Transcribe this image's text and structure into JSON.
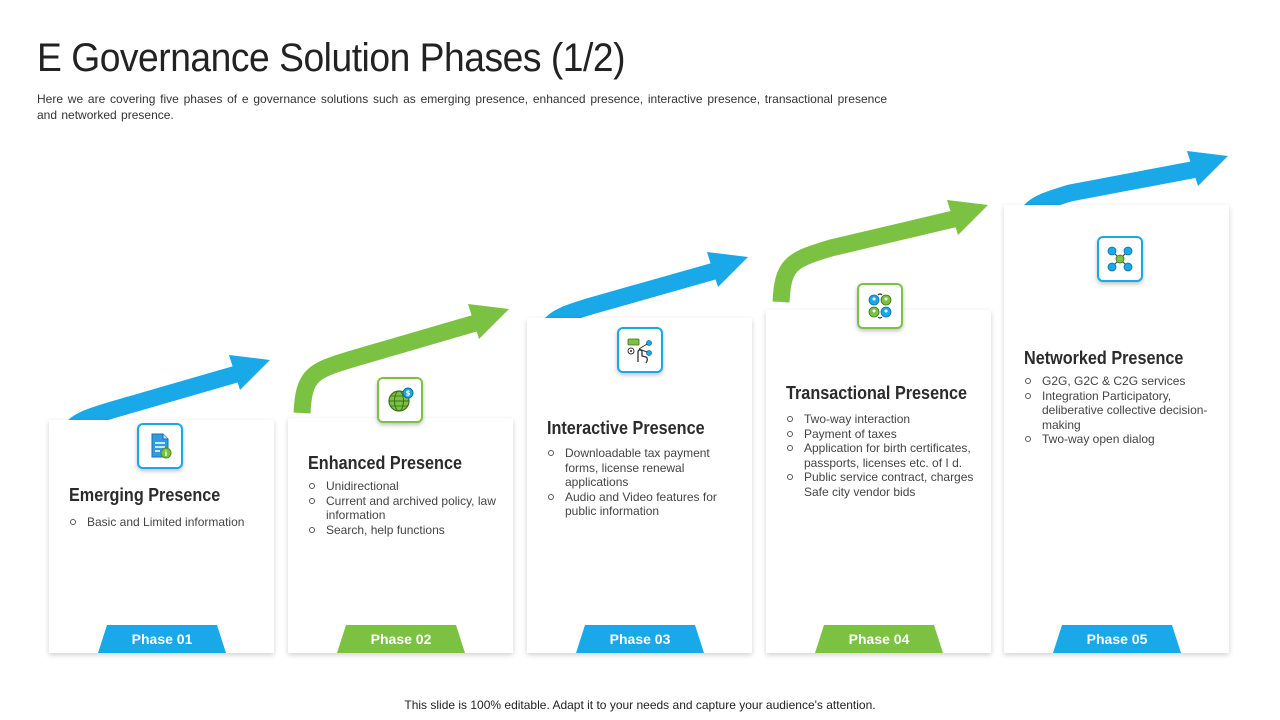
{
  "title": "E Governance Solution Phases (1/2)",
  "subtitle": "Here we are covering five phases of e governance  solutions such as emerging presence, enhanced presence, interactive presence, transactional presence and networked presence.",
  "footer": "This slide is 100% editable. Adapt it to your needs and capture your audience's attention.",
  "colors": {
    "blue": "#19a8e8",
    "green": "#7cc242"
  },
  "phases": [
    {
      "title": "Emerging Presence",
      "label": "Phase 01",
      "color": "blue",
      "icon": "document-info-icon",
      "items": [
        "Basic and Limited information"
      ]
    },
    {
      "title": "Enhanced Presence",
      "label": "Phase 02",
      "color": "green",
      "icon": "globe-coin-icon",
      "items": [
        "Unidirectional",
        "Current and archived policy, law information",
        "Search, help functions"
      ]
    },
    {
      "title": "Interactive Presence",
      "label": "Phase 03",
      "color": "blue",
      "icon": "touch-interaction-icon",
      "items": [
        "Downloadable tax payment forms, license renewal applications",
        "Audio and Video features for public information"
      ]
    },
    {
      "title": "Transactional Presence",
      "label": "Phase 04",
      "color": "green",
      "icon": "people-exchange-icon",
      "items": [
        "Two-way interaction",
        "Payment of taxes",
        "Application for birth certificates, passports, licenses etc. of I d.",
        "Public service contract, charges Safe city vendor bids"
      ]
    },
    {
      "title": "Networked Presence",
      "label": "Phase 05",
      "color": "blue",
      "icon": "network-people-icon",
      "items": [
        "G2G, G2C & C2G services",
        "Integration Participatory, deliberative collective decision-making",
        "Two-way open dialog"
      ]
    }
  ]
}
